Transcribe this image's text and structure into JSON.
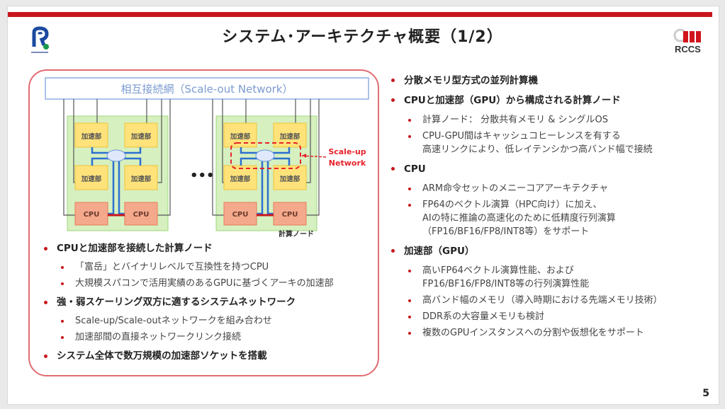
{
  "slide": {
    "title": "システム･アーキテクチャ概要（1/2）",
    "page_number": "5",
    "logos": {
      "left": "riken-logo",
      "right": "RCCS"
    }
  },
  "diagram": {
    "interconnect_label": "相互接続網（Scale-out Network）",
    "accelerator_label": "加速部",
    "cpu_label": "CPU",
    "ellipsis": "•••",
    "scaleup_label_line1": "Scale-up",
    "scaleup_label_line2": "Network",
    "node_label": "計算ノード",
    "colors": {
      "accent": "#c8161d",
      "node_bg": "#d6f0c0",
      "accel": "#ffe37a",
      "cpu": "#f4a98c",
      "network": "#2e6fd1"
    }
  },
  "left_list": [
    {
      "text": "CPUと加速部を接続した計算ノード",
      "children": [
        "「富岳」とバイナリレベルで互換性を持つCPU",
        "大規模スパコンで活用実績のあるGPUに基づくアーキの加速部"
      ]
    },
    {
      "text": "強・弱スケーリング双方に適するシステムネットワーク",
      "children": [
        "Scale-up/Scale-outネットワークを組み合わせ",
        "加速部間の直接ネットワークリンク接続"
      ]
    },
    {
      "text": "システム全体で数万規模の加速部ソケットを搭載",
      "children": []
    }
  ],
  "right_list": [
    {
      "text": "分散メモリ型方式の並列計算機",
      "children": []
    },
    {
      "text": "CPUと加速部（GPU）から構成される計算ノード",
      "children": [
        {
          "l1": "計算ノード： 分散共有メモリ & シングルOS"
        },
        {
          "l1": "CPU-GPU間はキャッシュコヒーレンスを有する",
          "l2": "高速リンクにより、低レイテンシかつ高バンド幅で接続"
        }
      ]
    },
    {
      "text": "CPU",
      "children": [
        {
          "l1": "ARM命令セットのメニーコアアーキテクチャ"
        },
        {
          "l1": "FP64のベクトル演算（HPC向け）に加え、",
          "l2": "AIの特に推論の高速化のために低精度行列演算",
          "l3": "（FP16/BF16/FP8/INT8等）をサポート"
        }
      ]
    },
    {
      "text": "加速部（GPU）",
      "children": [
        {
          "l1": "高いFP64ベクトル演算性能、および",
          "l2": "FP16/BF16/FP8/INT8等の行列演算性能"
        },
        {
          "l1": "高バンド幅のメモリ（導入時期における先端メモリ技術）"
        },
        {
          "l1": "DDR系の大容量メモリも検討"
        },
        {
          "l1": "複数のGPUインスタンスへの分割や仮想化をサポート"
        }
      ]
    }
  ]
}
